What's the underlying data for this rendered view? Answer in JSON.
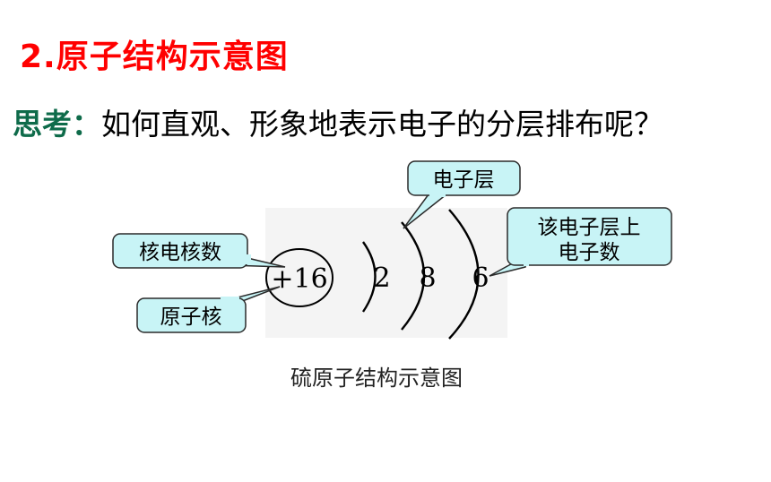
{
  "title": "2.原子结构示意图",
  "question": {
    "label": "思考：",
    "text": "如何直观、形象地表示电子的分层排布呢？"
  },
  "diagram": {
    "nucleus_label": "+16",
    "shells": [
      "2",
      "8",
      "6"
    ],
    "callouts": {
      "electron_shell": "电子层",
      "nuclear_charge": "核电核数",
      "nucleus": "原子核",
      "shell_electrons_line1": "该电子层上",
      "shell_electrons_line2": "电子数"
    }
  },
  "caption": "硫原子结构示意图",
  "colors": {
    "title": "#ff0000",
    "question_label": "#0e6b4a",
    "callout_fill": "#c8f4f6",
    "callout_border": "#2a2a2a"
  }
}
